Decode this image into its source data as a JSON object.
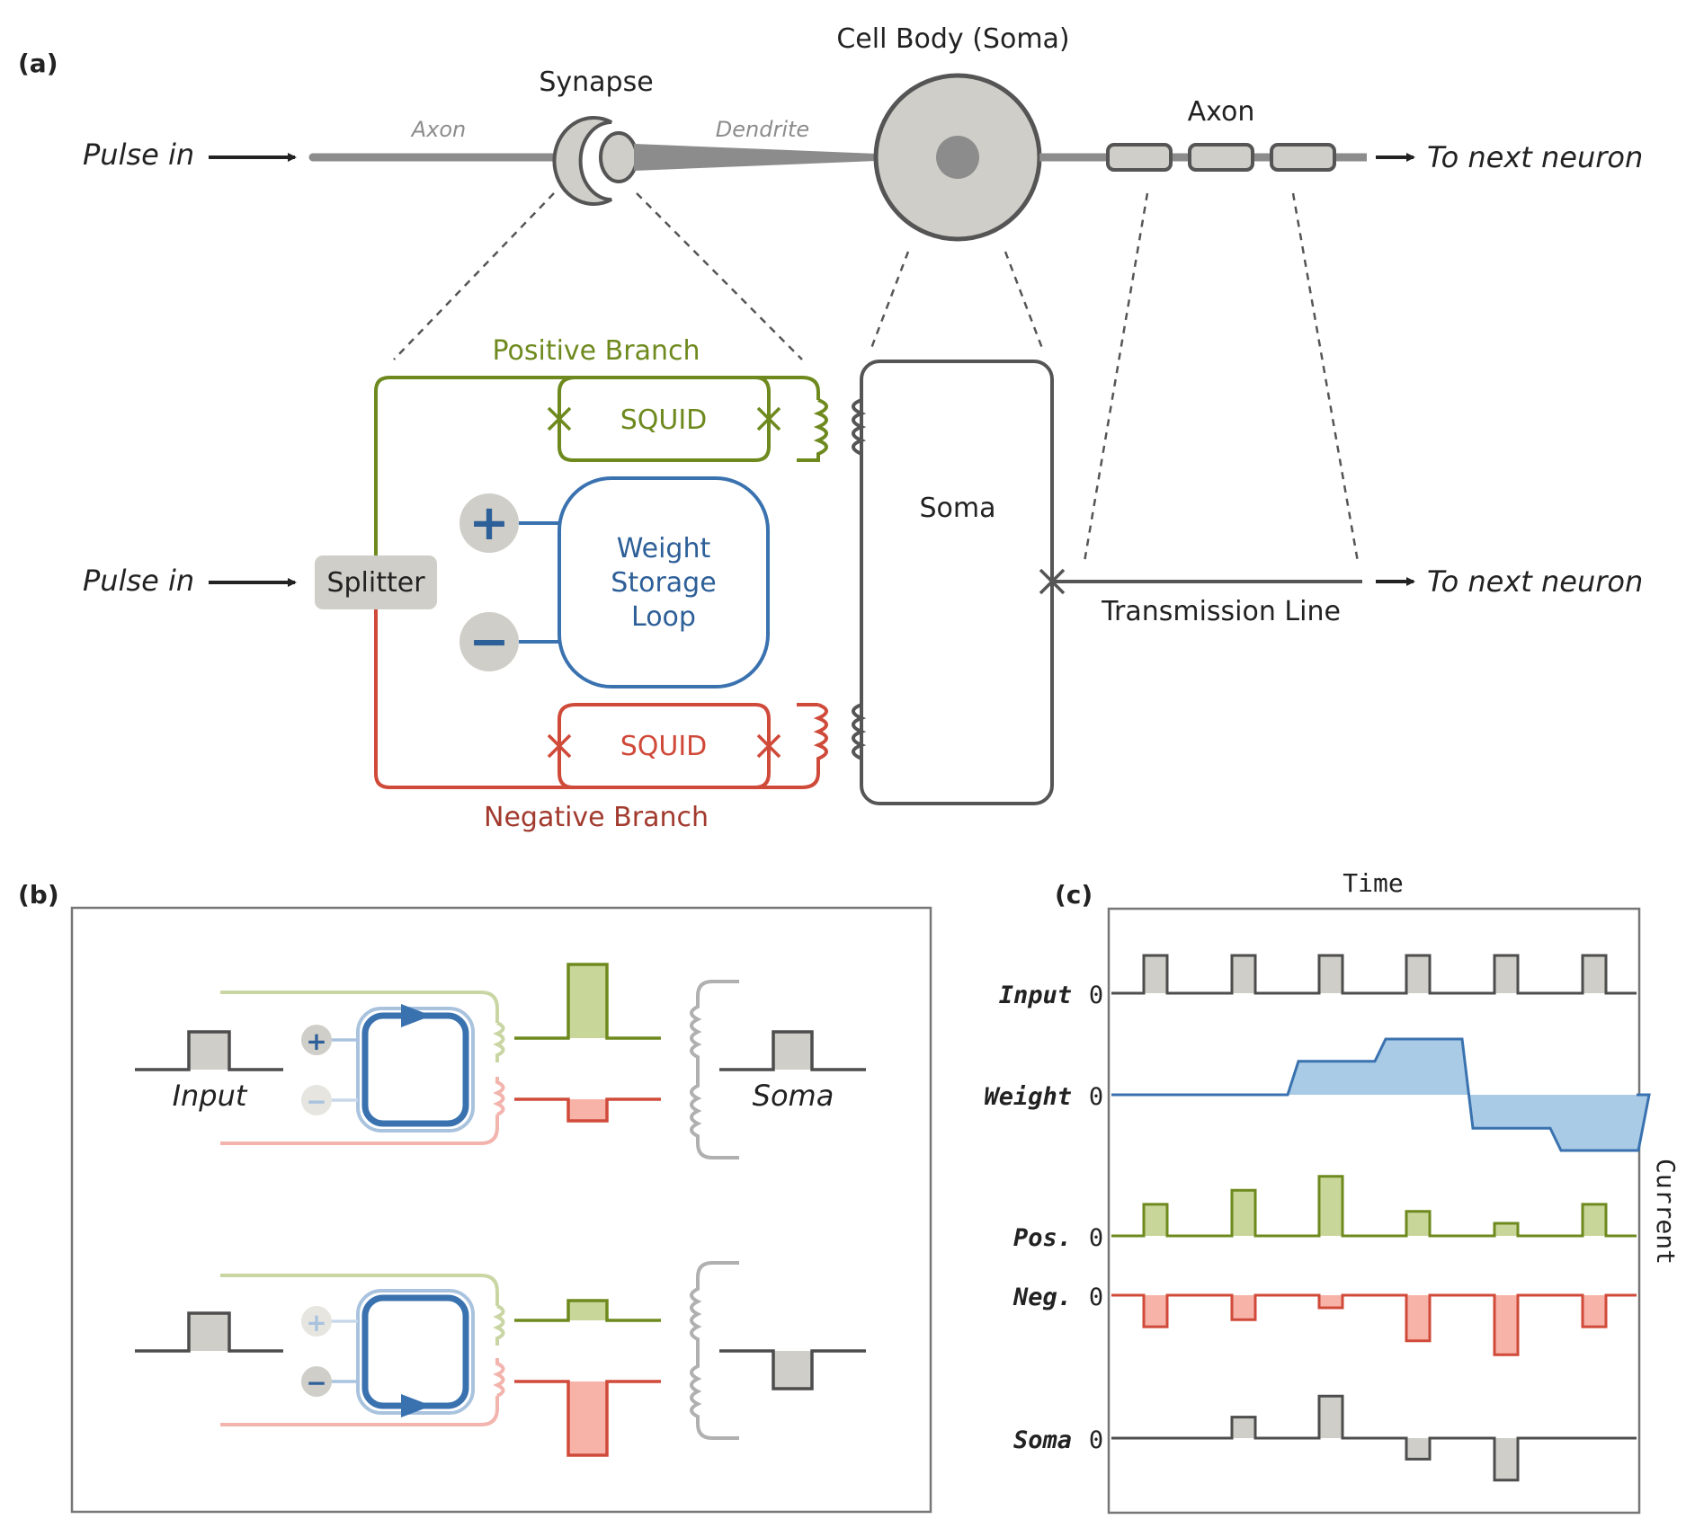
{
  "panel_a": {
    "tag": "(a)",
    "top": {
      "pulse_in": "Pulse in",
      "axon_label": "Axon",
      "synapse_title": "Synapse",
      "dendrite_label": "Dendrite",
      "soma_title": "Cell Body (Soma)",
      "axon_title": "Axon",
      "to_next": "To next neuron"
    },
    "circuit": {
      "pulse_in": "Pulse in",
      "splitter": "Splitter",
      "positive_branch": "Positive Branch",
      "negative_branch": "Negative Branch",
      "squid_top": "SQUID",
      "squid_bottom": "SQUID",
      "weight_line1": "Weight",
      "weight_line2": "Storage",
      "weight_line3": "Loop",
      "plus": "+",
      "minus": "−",
      "soma": "Soma",
      "transmission_line": "Transmission Line",
      "to_next": "To next neuron"
    }
  },
  "panel_b": {
    "tag": "(b)",
    "input_label": "Input",
    "soma_label": "Soma",
    "plus": "+",
    "minus": "−"
  },
  "panel_c": {
    "tag": "(c)",
    "x_axis_label": "Time",
    "y_axis_label": "Current",
    "zero": "0"
  },
  "colors": {
    "gray_line": "#4d4d4d",
    "gray_fill": "#cfcec8",
    "green": "#6e8a1e",
    "green_fill": "#c9d69a",
    "red": "#d04a3a",
    "red_fill": "#f7b3a8",
    "blue": "#3a72b0",
    "blue_fill": "#a9cbe6",
    "light_blue": "#a9c3df"
  },
  "chart_data": {
    "type": "line",
    "x_label": "Time",
    "y_label": "Current",
    "pulse_count": 6,
    "series": [
      {
        "name": "Input",
        "values": [
          1,
          1,
          1,
          1,
          1,
          1
        ]
      },
      {
        "name": "Weight",
        "values": [
          0,
          0.6,
          1.0,
          -0.6,
          -1.0,
          0
        ]
      },
      {
        "name": "Pos.",
        "values": [
          0.45,
          0.65,
          0.85,
          0.35,
          0.18,
          0.45
        ]
      },
      {
        "name": "Neg.",
        "values": [
          -0.45,
          -0.35,
          -0.18,
          -0.65,
          -0.85,
          -0.45
        ]
      },
      {
        "name": "Soma",
        "values": [
          0,
          0.3,
          0.6,
          -0.3,
          -0.6,
          0
        ]
      }
    ]
  }
}
